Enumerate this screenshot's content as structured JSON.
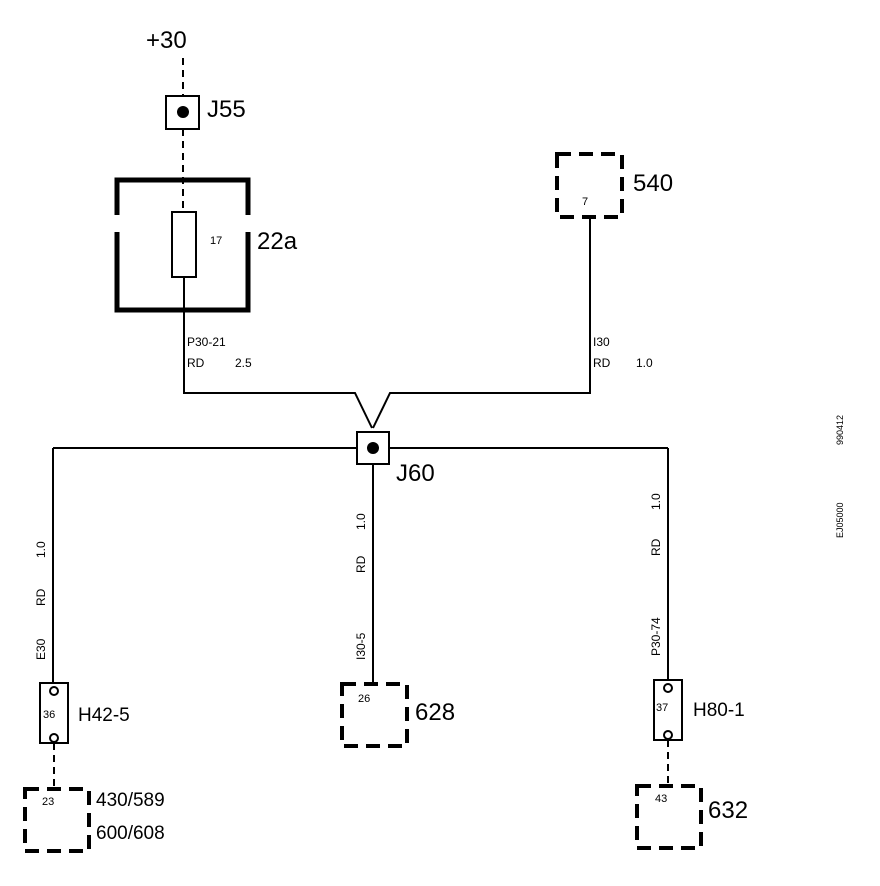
{
  "supply": {
    "label": "+30"
  },
  "junctions": {
    "j55": "J55",
    "j60": "J60"
  },
  "fuse_box": {
    "label": "22a",
    "fuse_number": "17"
  },
  "components": {
    "c540": {
      "label": "540",
      "pin": "7"
    },
    "c628": {
      "label": "628",
      "pin": "26"
    },
    "c632": {
      "label": "632",
      "pin": "43"
    },
    "c430": {
      "label_line1": "430/589",
      "label_line2": "600/608",
      "pin": "23"
    }
  },
  "connectors": {
    "h42": {
      "label": "H42-5",
      "pin": "36"
    },
    "h80": {
      "label": "H80-1",
      "pin": "37"
    }
  },
  "wires": {
    "p30_21": {
      "id": "P30-21",
      "color": "RD",
      "size": "2.5"
    },
    "i30": {
      "id": "I30",
      "color": "RD",
      "size": "1.0"
    },
    "e30": {
      "id": "E30",
      "color": "RD",
      "size": "1.0"
    },
    "i30_5": {
      "id": "I30-5",
      "color": "RD",
      "size": "1.0"
    },
    "p30_74": {
      "id": "P30-74",
      "color": "RD",
      "size": "1.0"
    }
  },
  "codes": {
    "code1": "990412",
    "code2": "EJ05000"
  }
}
